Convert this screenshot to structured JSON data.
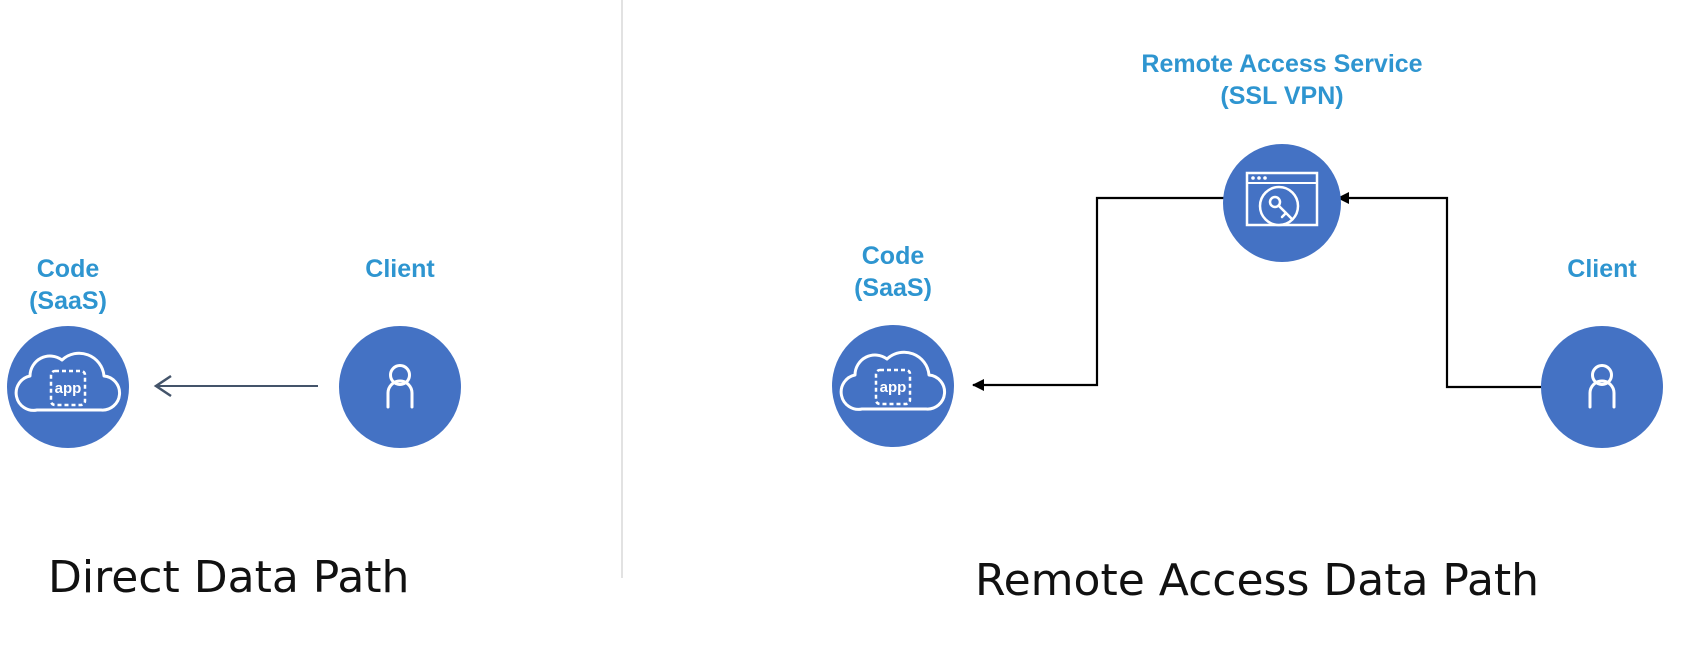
{
  "colors": {
    "node_fill": "#4472c4",
    "label_text": "#2e95d0",
    "arrow_direct": "#44546a",
    "arrow_remote": "#000000",
    "divider": "#d9d9d9"
  },
  "direct": {
    "title": "Direct Data Path",
    "code_node": {
      "label_line1": "Code",
      "label_line2": "(SaaS)",
      "icon": "cloud-app-icon",
      "icon_text": "app"
    },
    "client_node": {
      "label": "Client",
      "icon": "user-icon"
    }
  },
  "remote": {
    "title": "Remote Access Data Path",
    "service_node": {
      "label_line1": "Remote Access Service",
      "label_line2": "(SSL VPN)",
      "icon": "browser-key-icon"
    },
    "code_node": {
      "label_line1": "Code",
      "label_line2": "(SaaS)",
      "icon": "cloud-app-icon",
      "icon_text": "app"
    },
    "client_node": {
      "label": "Client",
      "icon": "user-icon"
    }
  }
}
